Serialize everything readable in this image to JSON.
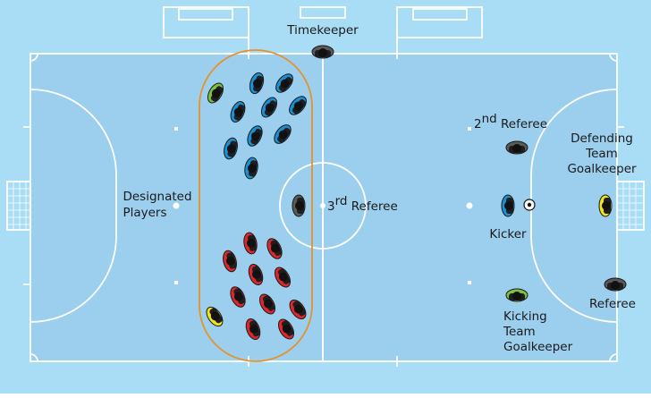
{
  "colors": {
    "pitch_outer": "#a9dcf5",
    "pitch_inner": "#9ccfee",
    "lines": "#ffffff",
    "zone_outline": "#e6912c",
    "team_blue": "#1b8fd4",
    "team_red": "#e0262d",
    "goalkeeper_green": "#7cc142",
    "goalkeeper_yellow": "#f0e21c",
    "official_grey": "#5a5a5a"
  },
  "labels": {
    "timekeeper": "Timekeeper",
    "designated_line1": "Designated",
    "designated_line2": "Players",
    "third_ref_num": "3",
    "third_ref_sup": "rd",
    "third_ref_word": " Referee",
    "second_ref_num": "2",
    "second_ref_sup": "nd",
    "second_ref_word": " Referee",
    "defending_gk_line1": "Defending",
    "defending_gk_line2": "Team",
    "defending_gk_line3": "Goalkeeper",
    "kicker": "Kicker",
    "kicking_gk_line1": "Kicking",
    "kicking_gk_line2": "Team",
    "kicking_gk_line3": "Goalkeeper",
    "referee": "Referee"
  },
  "icons": {
    "player": "player-topdown-icon",
    "ball": "ball-icon"
  }
}
